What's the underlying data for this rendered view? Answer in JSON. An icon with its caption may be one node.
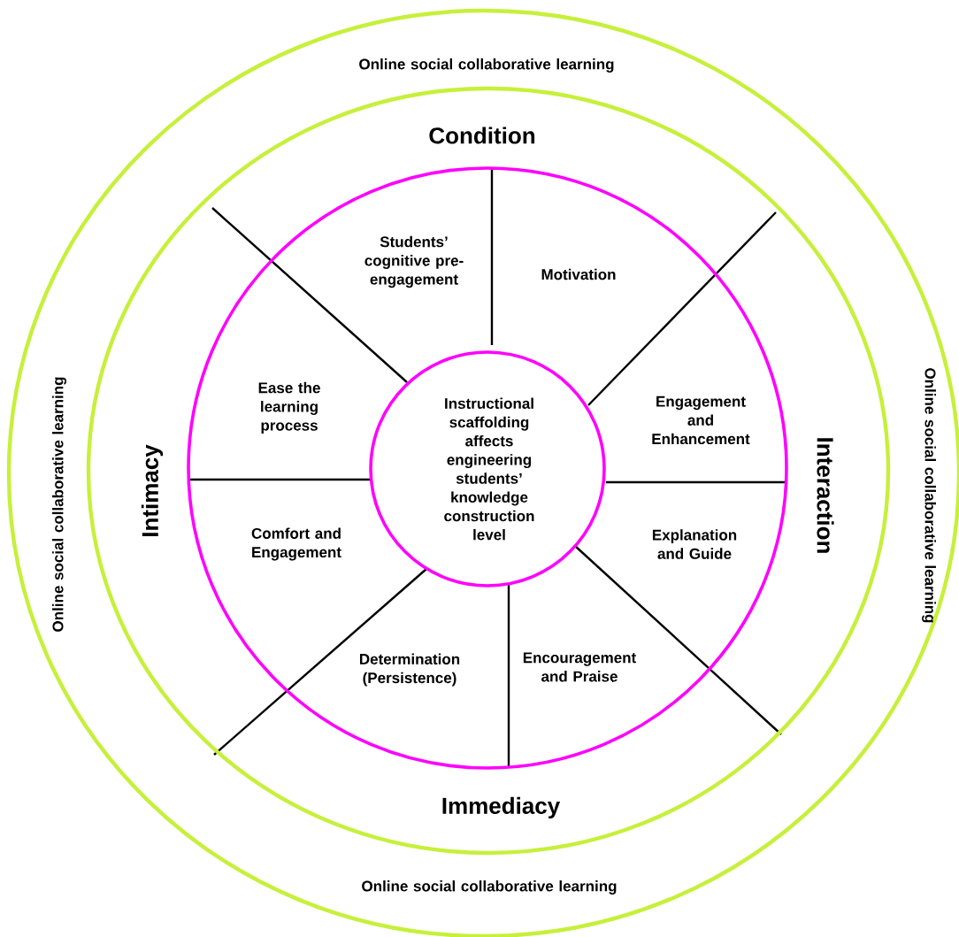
{
  "diagram": {
    "nodes": [
      {
        "text": [
          "Online social collaborative learning",
          "Online social collaborative learning",
          "Online social collaborative learning",
          "Online social collaborative learning"
        ]
      },
      {
        "text": [
          "Condition",
          "Interaction",
          "Immediacy",
          "Intimacy"
        ],
        "in": 0
      },
      {
        "text": [
          "Students’ cognitive pre-engagement",
          "Motivation",
          "Ease the learning process",
          "Engagement and Enhancement",
          "Comfort and Engagement",
          "Explanation and Guide",
          "Determination (Persistence)",
          "Encouragement and Praise"
        ],
        "in": 1
      },
      {
        "text": [
          "Instructional scaffolding affects engineering students’ knowledge construction level"
        ],
        "in": 2
      }
    ]
  }
}
